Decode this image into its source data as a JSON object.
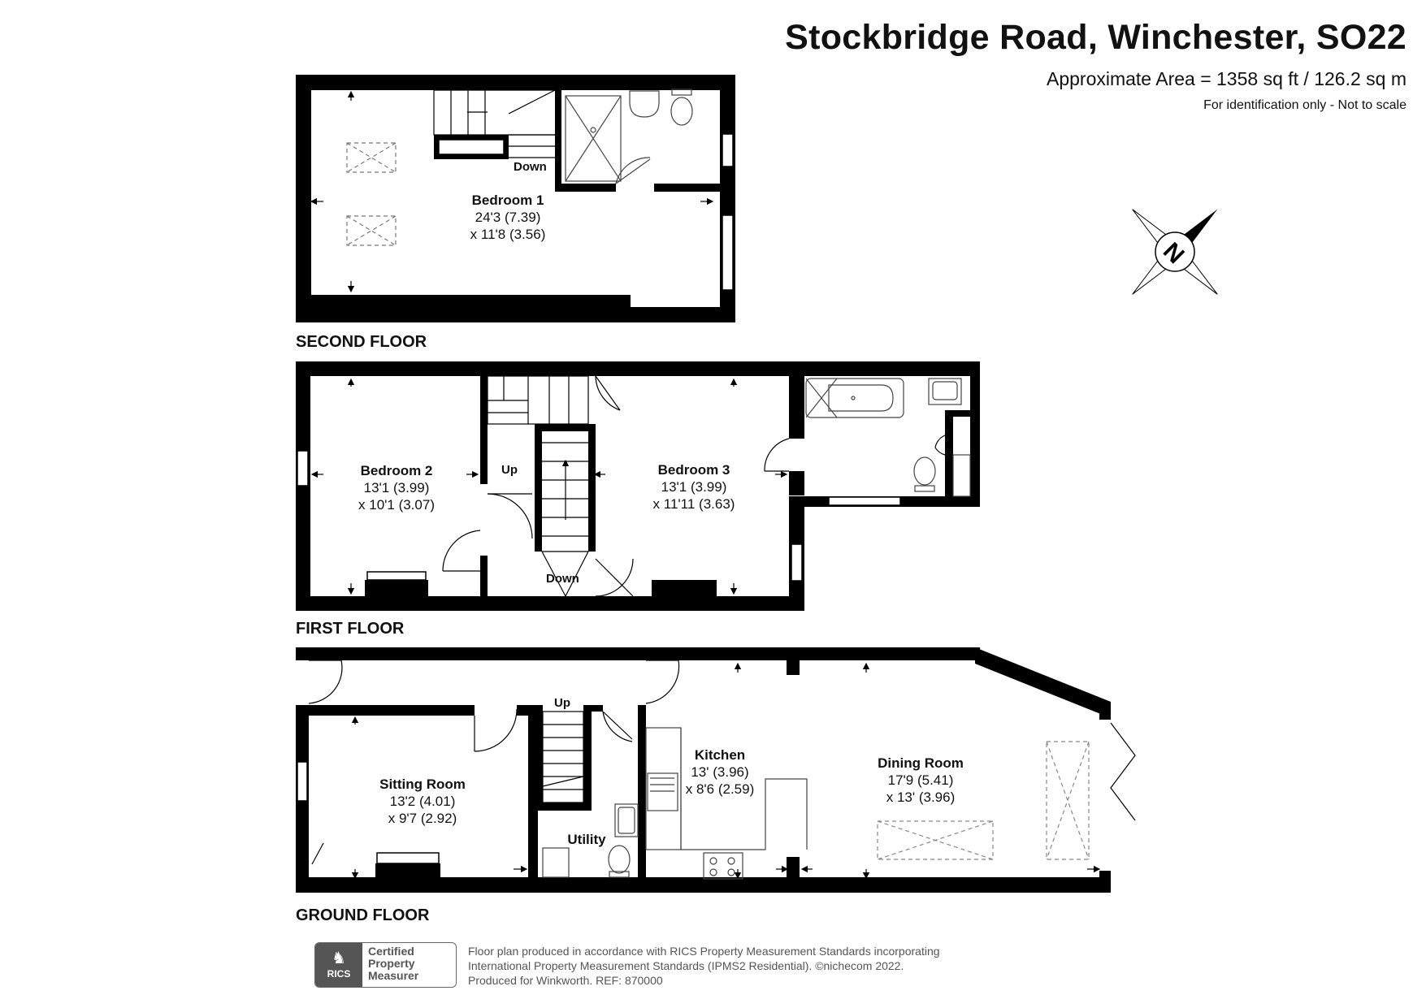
{
  "header": {
    "title": "Stockbridge Road, Winchester, SO22",
    "area": "Approximate Area = 1358 sq ft / 126.2 sq m",
    "note": "For identification only - Not to scale"
  },
  "compass": {
    "label": "N"
  },
  "floors": {
    "second": {
      "label": "SECOND FLOOR",
      "rooms": [
        {
          "name": "Bedroom 1",
          "dim1": "24'3 (7.39)",
          "dim2": "x 11'8 (3.56)"
        }
      ],
      "stair_label": "Down"
    },
    "first": {
      "label": "FIRST FLOOR",
      "rooms": [
        {
          "name": "Bedroom 2",
          "dim1": "13'1 (3.99)",
          "dim2": "x 10'1 (3.07)"
        },
        {
          "name": "Bedroom 3",
          "dim1": "13'1 (3.99)",
          "dim2": "x 11'11 (3.63)"
        }
      ],
      "stair_up_label": "Up",
      "stair_down_label": "Down"
    },
    "ground": {
      "label": "GROUND FLOOR",
      "rooms": [
        {
          "name": "Sitting Room",
          "dim1": "13'2 (4.01)",
          "dim2": "x 9'7 (2.92)"
        },
        {
          "name": "Kitchen",
          "dim1": "13' (3.96)",
          "dim2": "x 8'6 (2.59)"
        },
        {
          "name": "Dining Room",
          "dim1": "17'9 (5.41)",
          "dim2": "x 13' (3.96)"
        },
        {
          "name": "Utility"
        }
      ],
      "stair_label": "Up"
    }
  },
  "footer": {
    "badge": {
      "logo_text": "RICS",
      "line1": "Certified",
      "line2": "Property",
      "line3": "Measurer"
    },
    "lines": [
      "Floor plan produced in accordance with RICS Property Measurement Standards incorporating",
      "International Property Measurement Standards (IPMS2 Residential).   ©nichecom 2022.",
      "Produced for Winkworth.   REF: 870000"
    ]
  },
  "colors": {
    "wall": "#000000",
    "fixture": "#555555",
    "dashed": "#888888"
  }
}
